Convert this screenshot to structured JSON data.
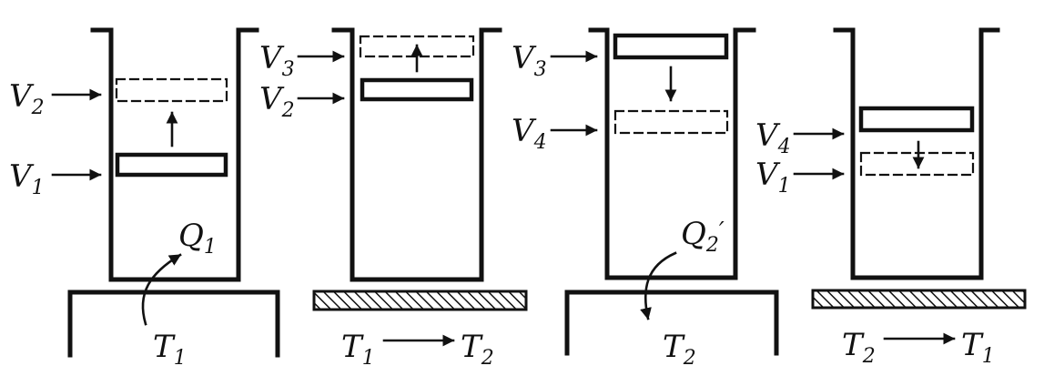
{
  "stages": [
    {
      "id": "stage-1",
      "volume_labels": [
        {
          "base": "V",
          "sub": "2"
        },
        {
          "base": "V",
          "sub": "1"
        }
      ],
      "heat": {
        "base": "Q",
        "sub": "1",
        "prime": ""
      },
      "temperature": {
        "base": "T",
        "sub": "1"
      },
      "piston_motion": "up",
      "support": "heat-reservoir"
    },
    {
      "id": "stage-2",
      "volume_labels": [
        {
          "base": "V",
          "sub": "3"
        },
        {
          "base": "V",
          "sub": "2"
        }
      ],
      "temperature_change": {
        "from_base": "T",
        "from_sub": "1",
        "to_base": "T",
        "to_sub": "2"
      },
      "piston_motion": "up",
      "support": "insulator"
    },
    {
      "id": "stage-3",
      "volume_labels": [
        {
          "base": "V",
          "sub": "3"
        },
        {
          "base": "V",
          "sub": "4"
        }
      ],
      "heat": {
        "base": "Q",
        "sub": "2",
        "prime": "′"
      },
      "temperature": {
        "base": "T",
        "sub": "2"
      },
      "piston_motion": "down",
      "support": "heat-reservoir"
    },
    {
      "id": "stage-4",
      "volume_labels": [
        {
          "base": "V",
          "sub": "4"
        },
        {
          "base": "V",
          "sub": "1"
        }
      ],
      "temperature_change": {
        "from_base": "T",
        "from_sub": "2",
        "to_base": "T",
        "to_sub": "1"
      },
      "piston_motion": "down",
      "support": "insulator"
    }
  ]
}
